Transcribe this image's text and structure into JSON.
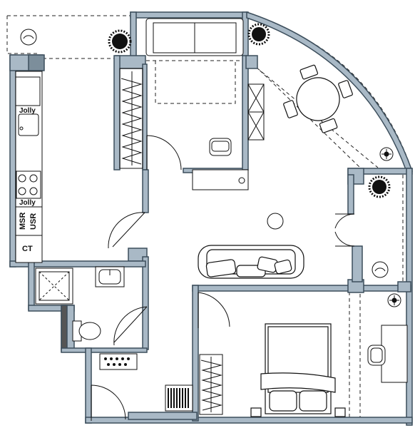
{
  "floor_plan": {
    "colors": {
      "wall_fill": "#a9b9c6",
      "wall_stroke": "#3c4e5c",
      "line": "#111111",
      "dashed": "#222222",
      "background": "#ffffff",
      "fixture_dark": "#555555"
    },
    "kitchen_labels": {
      "jolly_top": "Jolly",
      "jolly_bottom": "Jolly",
      "msr": "MSR",
      "usr": "USR",
      "ct": "CT"
    },
    "icons": [
      "plant-icon",
      "ceiling-light-icon",
      "wall-light-icon",
      "dining-table-icon",
      "sofa-icon",
      "bed-icon",
      "toilet-icon",
      "shower-icon",
      "wash-basin-icon",
      "desk-chair-icon",
      "stove-icon",
      "sink-icon",
      "wardrobe-icon",
      "radiator-icon"
    ]
  }
}
